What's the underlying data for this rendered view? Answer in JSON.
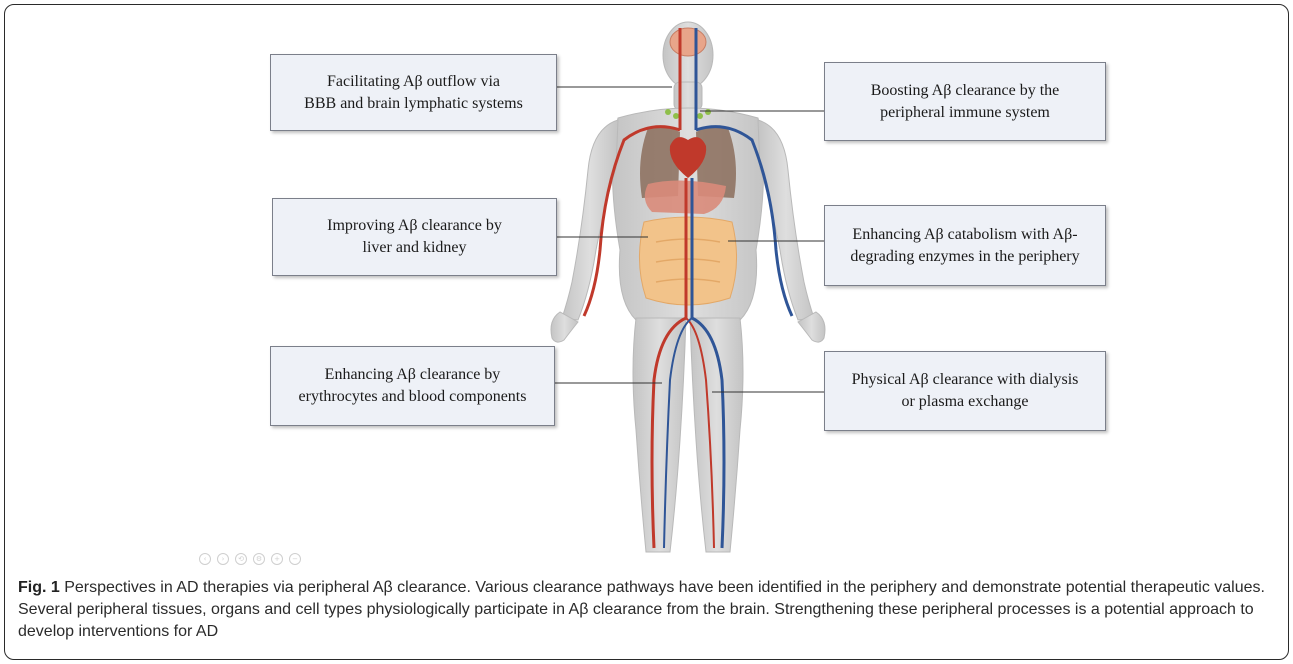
{
  "callouts": {
    "left_top": [
      "Facilitating Aβ outflow via",
      "BBB and brain lymphatic systems"
    ],
    "left_middle": [
      "Improving Aβ clearance by",
      "liver and kidney"
    ],
    "left_bottom": [
      "Enhancing Aβ clearance by",
      "erythrocytes and blood components"
    ],
    "right_top": [
      "Boosting Aβ clearance by the",
      "peripheral immune system"
    ],
    "right_middle": [
      "Enhancing Aβ catabolism with Aβ-",
      "degrading enzymes in the periphery"
    ],
    "right_bottom": [
      "Physical Aβ clearance with dialysis",
      "or plasma exchange"
    ]
  },
  "caption": {
    "label": "Fig. 1",
    "text": " Perspectives in AD therapies via peripheral Aβ clearance. Various clearance pathways have been identified in the periphery and demonstrate potential therapeutic values. Several peripheral tissues, organs and cell types physiologically participate in Aβ clearance from the brain. Strengthening these peripheral processes is a potential approach to develop interventions for AD"
  },
  "viewer_controls": [
    "zoom-previous-icon",
    "zoom-next-icon",
    "rotate-icon",
    "settings-icon",
    "zoom-in-icon",
    "zoom-out-icon"
  ],
  "colors": {
    "artery": "#c0392b",
    "vein": "#2f5597",
    "body": "#d3d3d3",
    "callout_fill": "#eef1f7",
    "callout_border": "#7b7f8a"
  }
}
